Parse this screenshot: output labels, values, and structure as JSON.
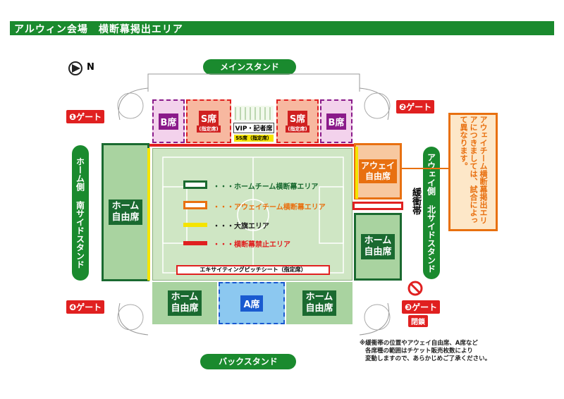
{
  "header": {
    "title": "アルウィン会場　横断幕掲出エリア"
  },
  "compass": {
    "label": "N"
  },
  "stands": {
    "main": "メインスタンド",
    "back": "バックスタンド",
    "home_south": "ホーム側 南サイドスタンド",
    "away_north": "アウェイ側 北サイドスタンド"
  },
  "gates": {
    "gate1": "❶ゲート",
    "gate2": "❷ゲート",
    "gate3": "❸ゲート",
    "gate4": "❹ゲート",
    "closed": "閉鎖"
  },
  "seats": {
    "b_left": "B席",
    "s_left": "S席",
    "s_left_sub": "(指定席)",
    "vip": "VIP・記者席",
    "ss": "SS席（指定席）",
    "s_right": "S席",
    "s_right_sub": "(指定席)",
    "b_right": "B席",
    "home_south": "ホーム\n自由席",
    "away_free": "アウェイ\n自由席",
    "home_north": "ホーム\n自由席",
    "home_back_left": "ホーム\n自由席",
    "a_seat": "A席",
    "home_back_right": "ホーム\n自由席",
    "buffer": "緩衝帯",
    "exciting": "エキサイティングピッチシート（指定席）"
  },
  "legend": [
    {
      "key": "home",
      "text": "・・・ホームチーム横断幕エリア",
      "color": "#1a6a30"
    },
    {
      "key": "away",
      "text": "・・・アウェイチーム横断幕エリア",
      "color": "#e87010"
    },
    {
      "key": "flag",
      "text": "・・・大旗エリア",
      "color": "#222222"
    },
    {
      "key": "ban",
      "text": "・・・横断幕禁止エリア",
      "color": "#e02020"
    }
  ],
  "away_callout": "アウェイチーム横断幕掲出エリアにつきましては、試合によって異なります。",
  "footnote": [
    "※緩衝帯の位置やアウェイ自由席、A席など",
    "各席種の範囲はチケット販売枚数により",
    "変動しますので、あらかじめご了承ください。"
  ],
  "colors": {
    "green": "#1a8a2e",
    "red": "#e02020",
    "orange": "#e87010",
    "yellow": "#f5e400",
    "blue": "#1a5ad0"
  }
}
